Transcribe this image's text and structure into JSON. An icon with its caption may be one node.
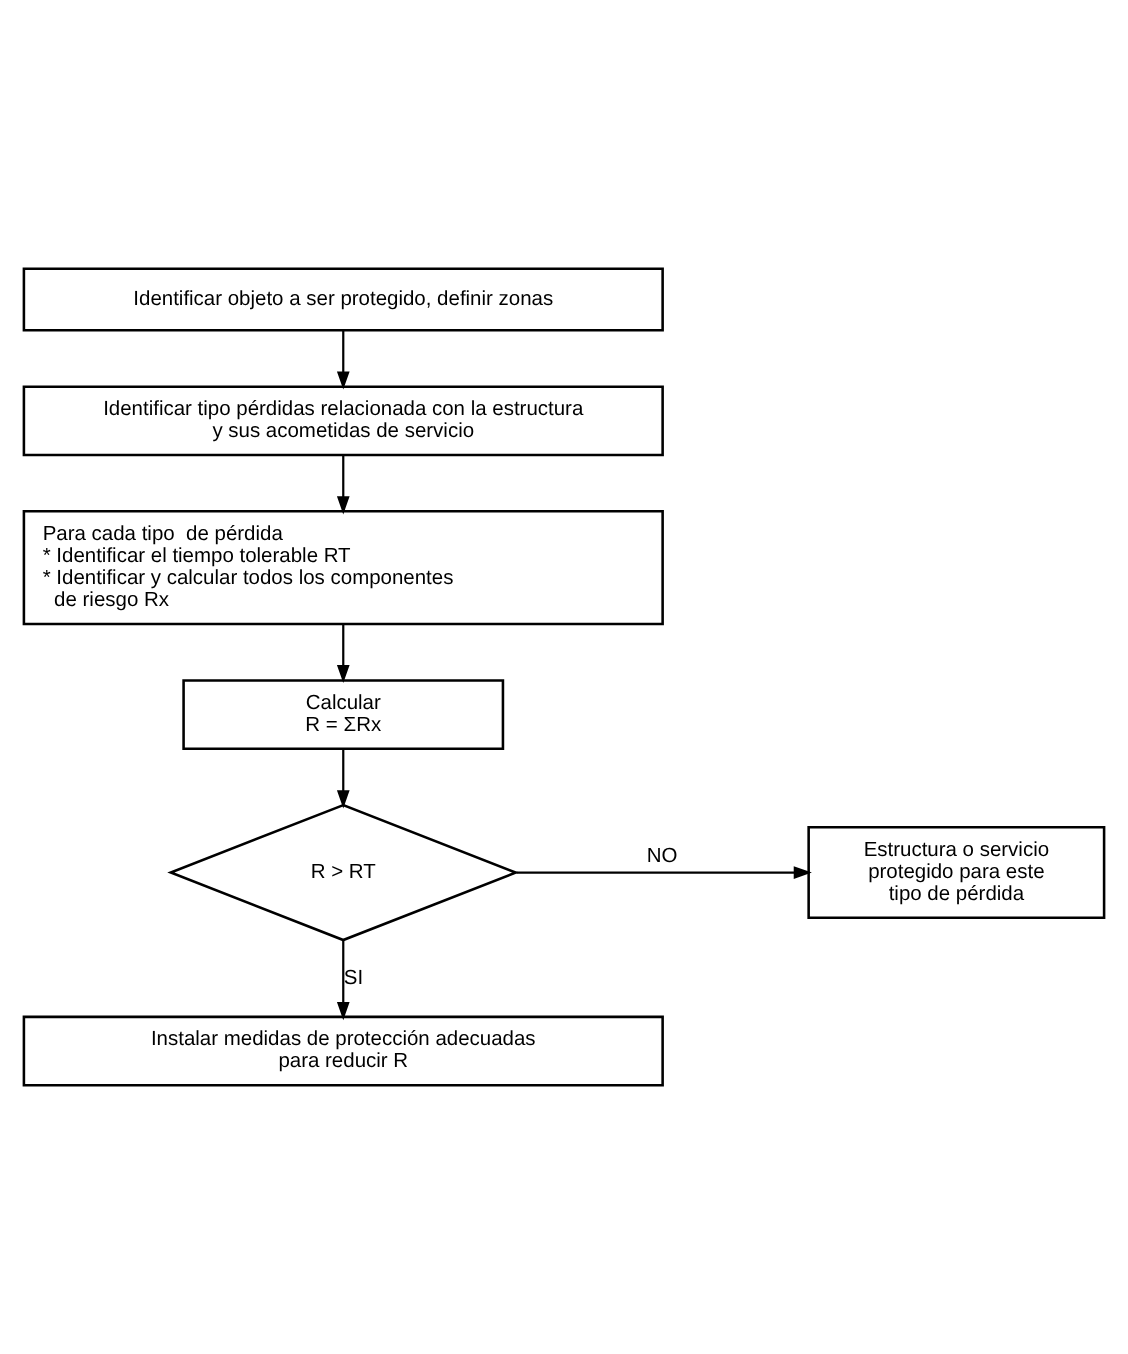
{
  "diagram": {
    "nodes": [
      {
        "text": [
          "Identificar objeto a ser protegido, definir zonas"
        ]
      },
      {
        "text": [
          "Identificar tipo pérdidas relacionada con la estructura y sus acometidas de servicio"
        ]
      },
      {
        "text": [
          "Para cada tipo  de pérdida",
          "* Identificar el tiempo tolerable RT",
          "* Identificar y calcular todos los componentes de riesgo Rx"
        ]
      },
      {
        "text": [
          "Calcular",
          "R = ΣRx"
        ]
      },
      {
        "text": [
          "R > RT"
        ]
      },
      {
        "text": [
          "Estructura o servicio protegido para este tipo de pérdida"
        ]
      },
      {
        "text": [
          "Instalar medidas de protección adecuadas para reducir R"
        ]
      }
    ],
    "edges": [
      {
        "from": 0,
        "to": 1,
        "arrow": "to"
      },
      {
        "from": 1,
        "to": 2,
        "arrow": "to"
      },
      {
        "from": 2,
        "to": 3,
        "arrow": "to"
      },
      {
        "from": 3,
        "to": 4,
        "arrow": "to"
      },
      {
        "from": 4,
        "to": 5,
        "arrow": "to",
        "label": "NO"
      },
      {
        "from": 4,
        "to": 6,
        "arrow": "to",
        "label": "SI"
      }
    ]
  }
}
